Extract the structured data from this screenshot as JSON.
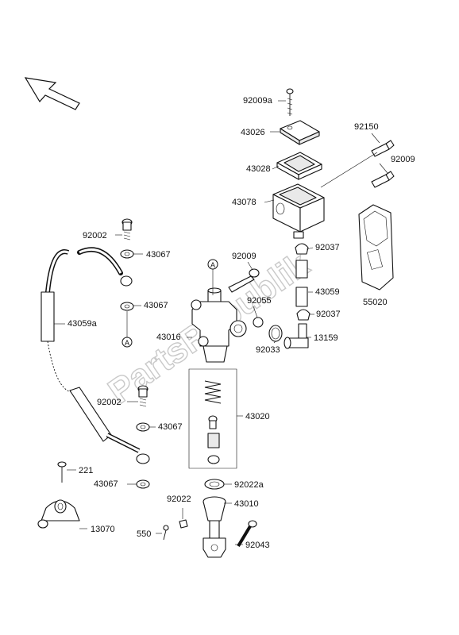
{
  "watermark": "PartsRepublik",
  "callout_letter": "A",
  "labels": {
    "p92009a": "92009a",
    "p43026": "43026",
    "p92150": "92150",
    "p92009_top": "92009",
    "p43028": "43028",
    "p43078": "43078",
    "p92002_top": "92002",
    "p43067_1": "43067",
    "p92009_mid": "92009",
    "p92037_top": "92037",
    "p43067_2": "43067",
    "p92055": "92055",
    "p43059": "43059",
    "p55020": "55020",
    "p43059a": "43059a",
    "p92037_bot": "92037",
    "p43016": "43016",
    "p13159": "13159",
    "p92033": "92033",
    "p92002_bot": "92002",
    "p43020": "43020",
    "p43067_3": "43067",
    "p221": "221",
    "p43067_4": "43067",
    "p92022a": "92022a",
    "p92022": "92022",
    "p43010": "43010",
    "p13070": "13070",
    "p550": "550",
    "p92043": "92043"
  }
}
